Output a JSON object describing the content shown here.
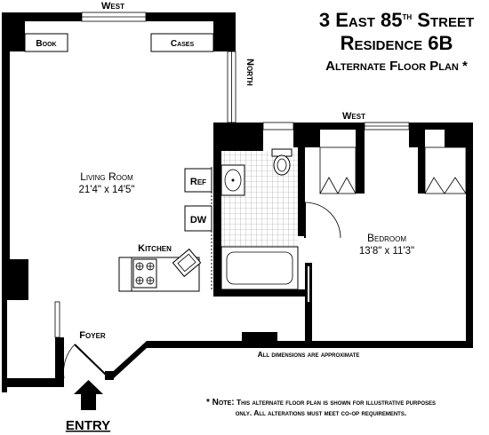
{
  "header": {
    "title_line1_pre": "3 East 85",
    "title_line1_sup": "th",
    "title_line1_post": " Street",
    "title_line2": "Residence 6B",
    "subtitle": "Alternate Floor Plan *"
  },
  "compass": {
    "west_top": "West",
    "north": "North",
    "west_bedroom": "West"
  },
  "living_room": {
    "name": "Living Room",
    "dims": "21'4\" x 14'5\""
  },
  "bedroom": {
    "name": "Bedroom",
    "dims": "13'8\" x 11'3\""
  },
  "kitchen": {
    "name": "Kitchen",
    "ref": "Ref",
    "dw": "DW"
  },
  "foyer": {
    "name": "Foyer"
  },
  "shelves": {
    "left": "Book",
    "right": "Cases"
  },
  "entry": "ENTRY",
  "notes": {
    "approx": "All dimensions are approximate",
    "line1_bold": "* Note:",
    "line1_rest": " This alternate floor plan is shown for illustrative purposes",
    "line2": "only.  All alterations must meet co-op requirements."
  },
  "colors": {
    "wall": "#000000",
    "window": "#ffffff",
    "tile": "#cccccc"
  }
}
